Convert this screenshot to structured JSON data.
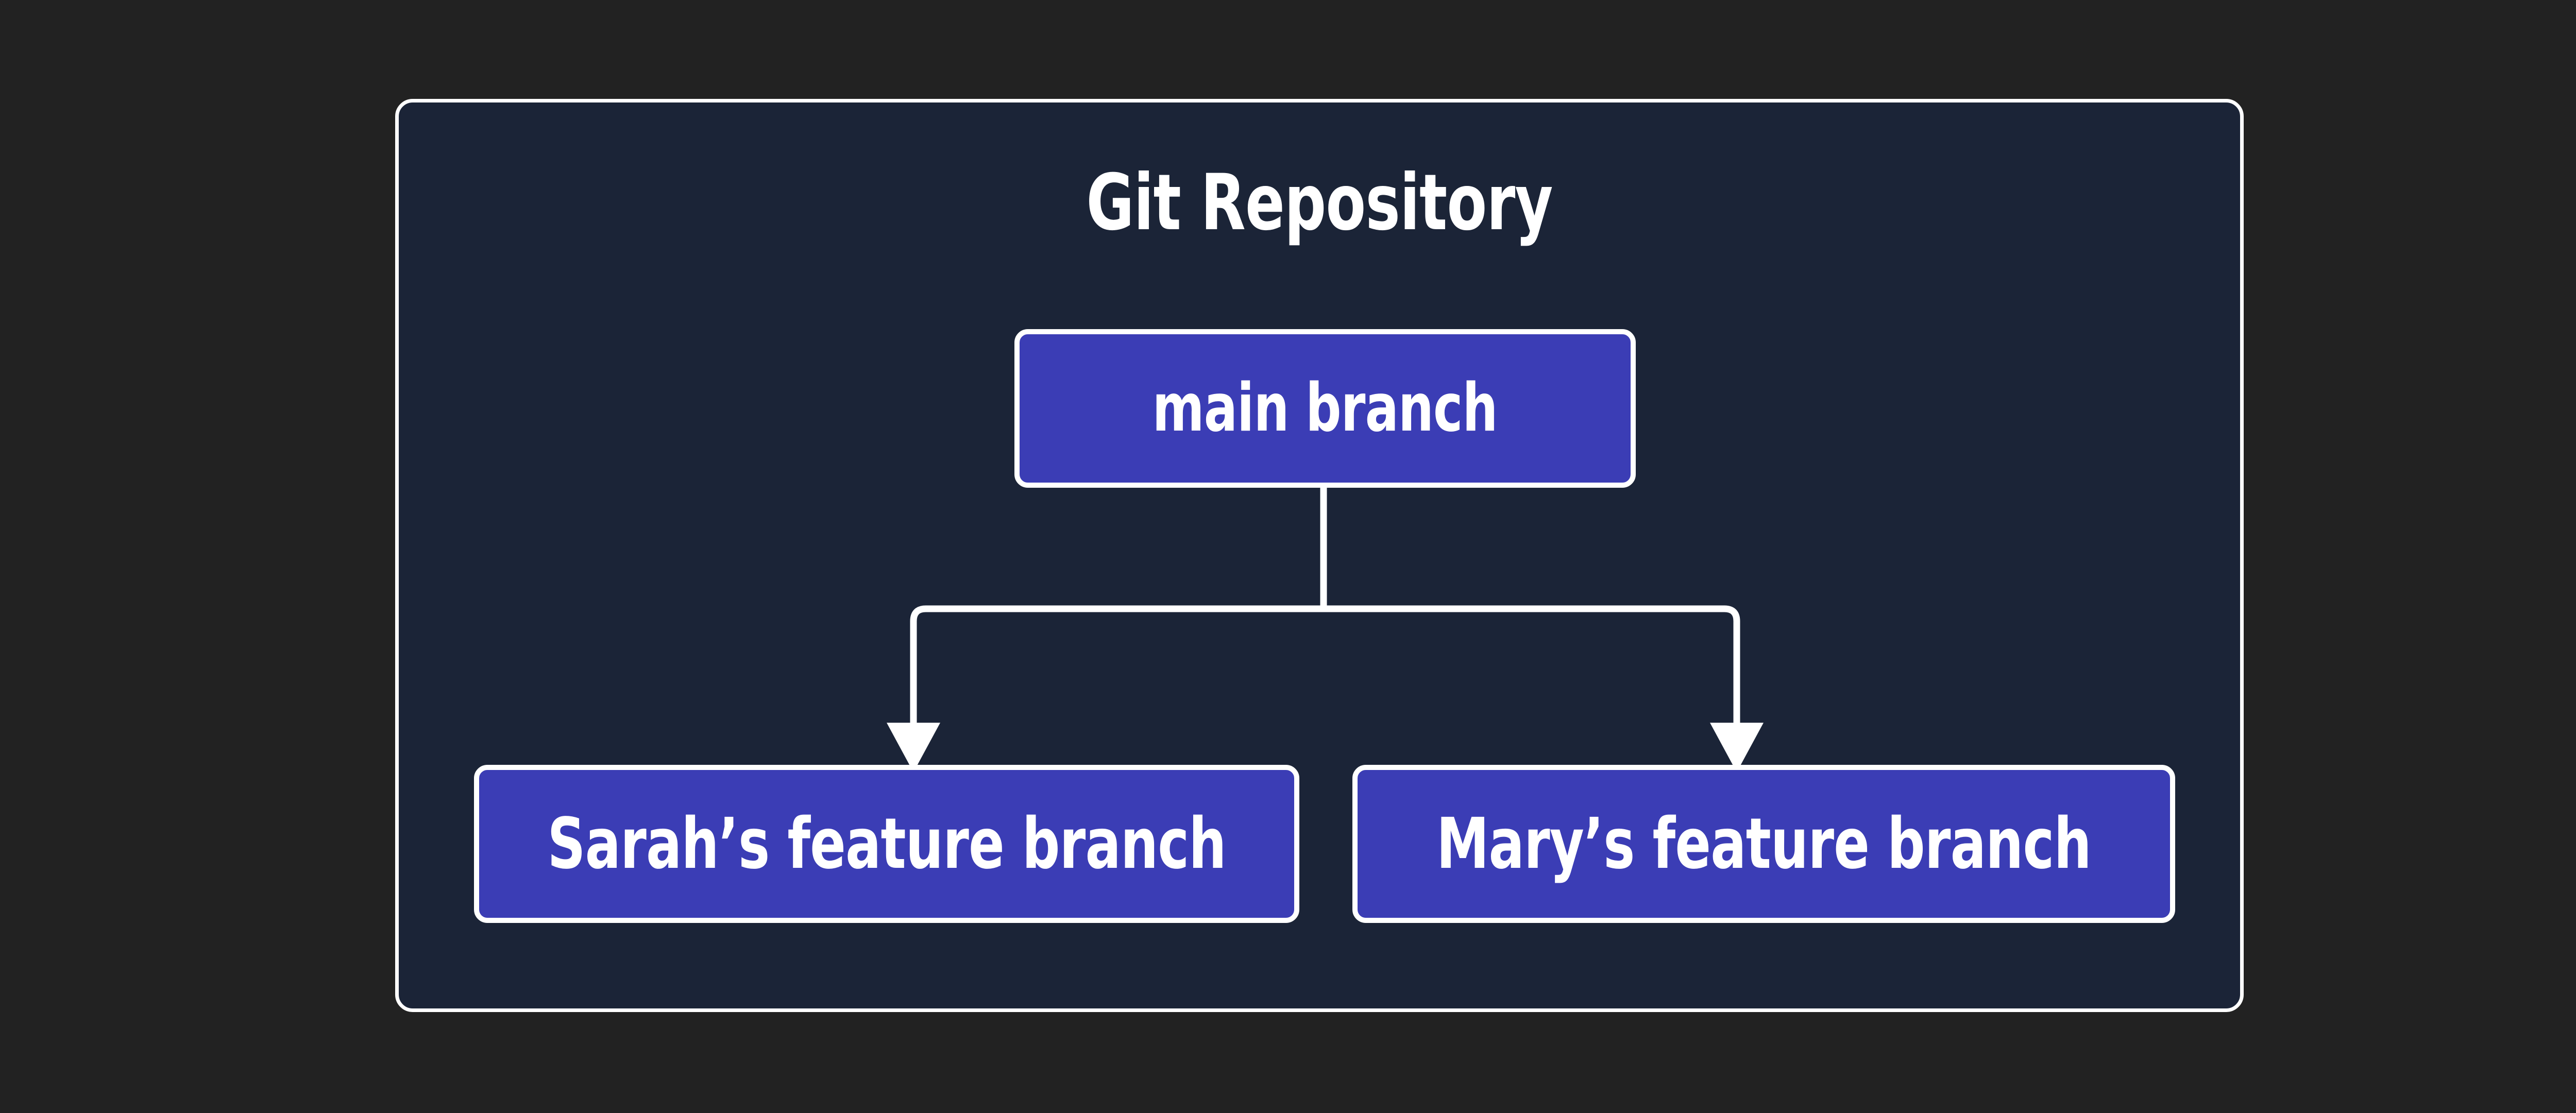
{
  "diagram": {
    "title": "Git Repository",
    "type": "tree",
    "background_color": "#222222",
    "panel_color": "#1b2437",
    "node_color": "#3b3db5",
    "stroke_color": "#ffffff",
    "text_color": "#ffffff",
    "nodes": [
      {
        "id": "main",
        "label": "main branch",
        "role": "root"
      },
      {
        "id": "sarah",
        "label": "Sarah’s feature branch",
        "role": "child"
      },
      {
        "id": "mary",
        "label": "Mary’s feature branch",
        "role": "child"
      }
    ],
    "edges": [
      {
        "from": "main",
        "to": "sarah",
        "arrow": "down"
      },
      {
        "from": "main",
        "to": "mary",
        "arrow": "down"
      }
    ]
  }
}
